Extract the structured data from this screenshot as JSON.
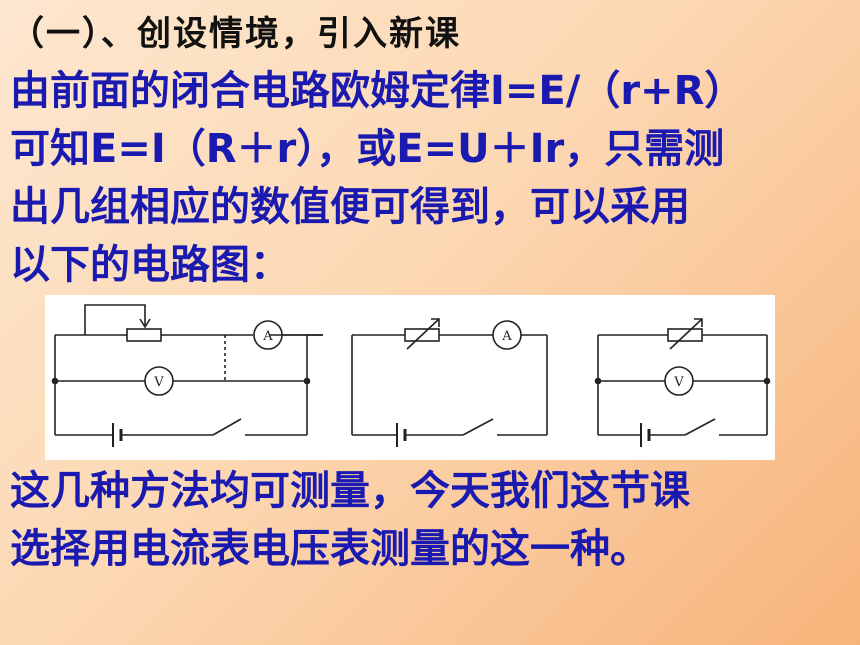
{
  "heading": "（一）、创设情境，引入新课",
  "intro_lines": [
    "由前面的闭合电路欧姆定律I=E/（r+R）",
    "可知E=I（R＋r），或E=U＋Ir，只需测",
    "出几组相应的数值便可得到，可以采用",
    "以下的电路图："
  ],
  "meter_labels": {
    "ammeter": "A",
    "voltmeter": "V"
  },
  "conclusion_lines": [
    "这几种方法均可测量，今天我们这节课",
    "选择用电流表电压表测量的这一种。"
  ]
}
